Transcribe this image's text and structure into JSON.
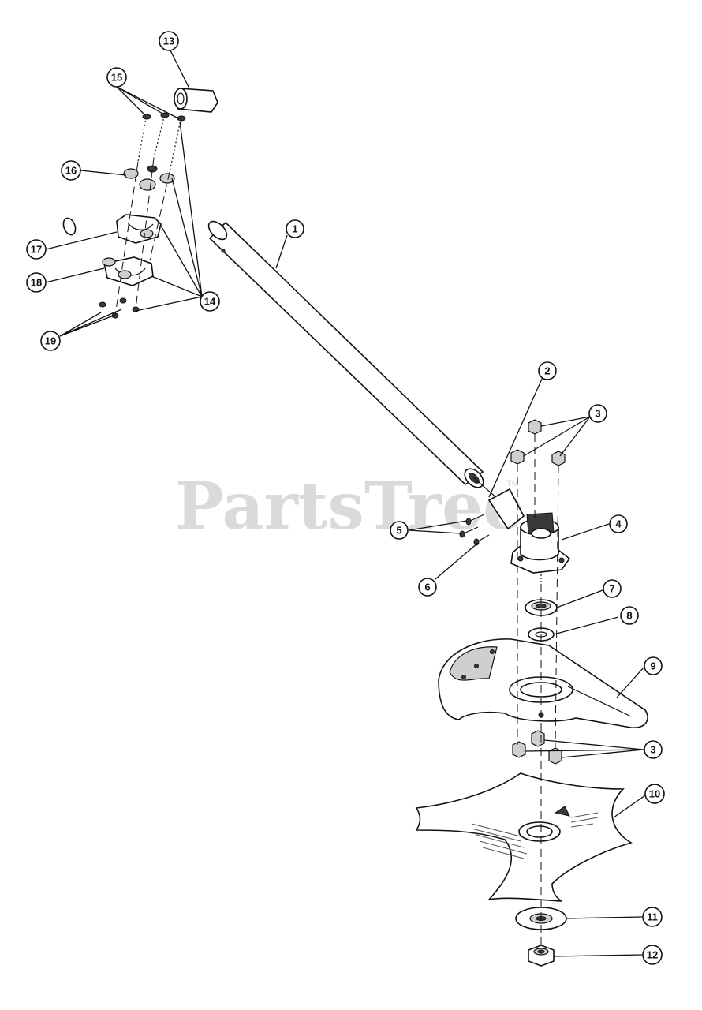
{
  "watermark": {
    "text": "PartsTree",
    "trademark": "TM"
  },
  "callouts": [
    {
      "label": "1"
    },
    {
      "label": "2"
    },
    {
      "label": "3"
    },
    {
      "label": "3"
    },
    {
      "label": "4"
    },
    {
      "label": "5"
    },
    {
      "label": "6"
    },
    {
      "label": "7"
    },
    {
      "label": "8"
    },
    {
      "label": "9"
    },
    {
      "label": "10"
    },
    {
      "label": "11"
    },
    {
      "label": "12"
    },
    {
      "label": "13"
    },
    {
      "label": "14"
    },
    {
      "label": "15"
    },
    {
      "label": "16"
    },
    {
      "label": "17"
    },
    {
      "label": "18"
    },
    {
      "label": "19"
    }
  ]
}
